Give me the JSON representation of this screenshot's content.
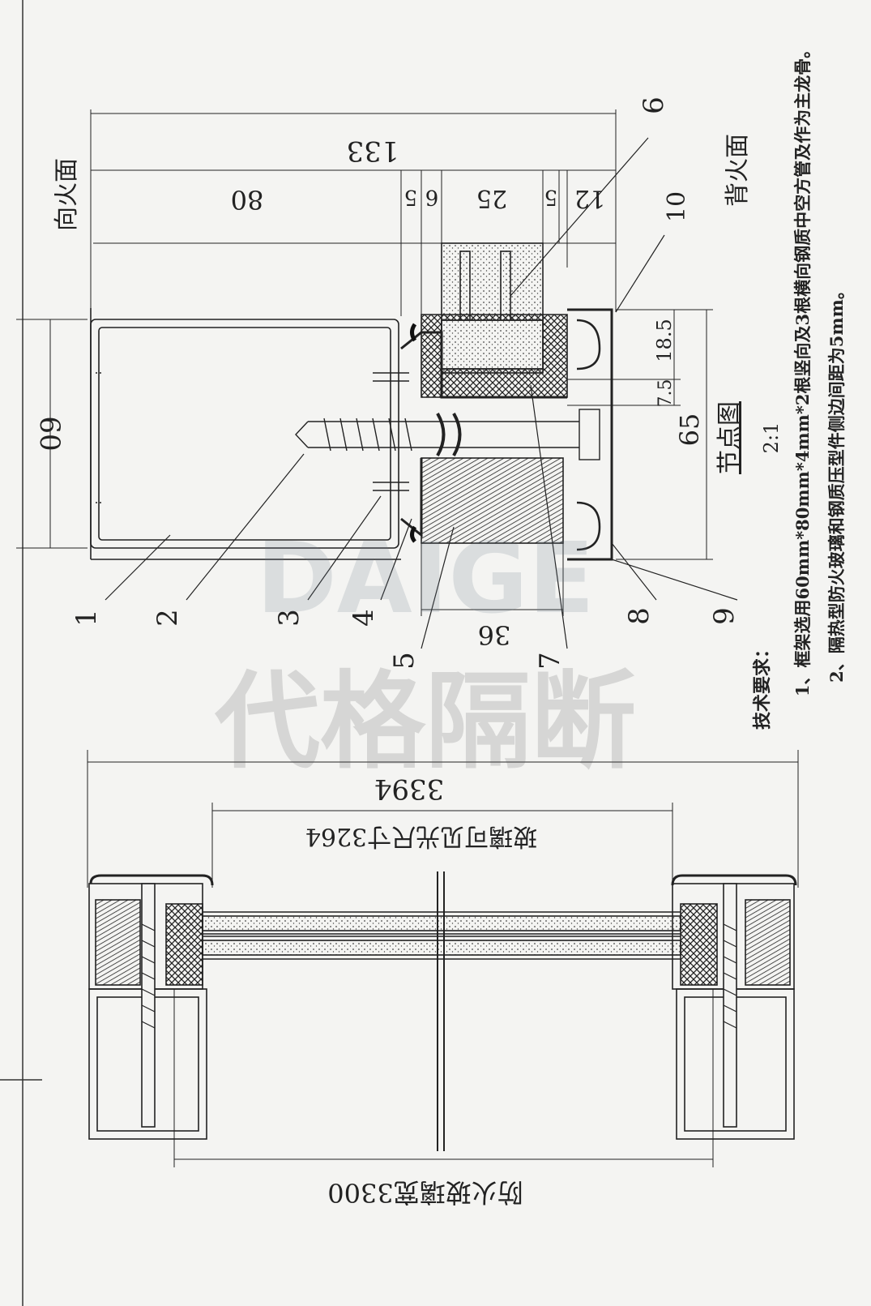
{
  "detail": {
    "dim_top": "60",
    "dim_overall": "133",
    "dim_80": "80",
    "dim_5": "5",
    "dim_6": "6",
    "dim_25": "25",
    "dim_12": "12",
    "dim_5b": "5",
    "dim_18_5": "18.5",
    "dim_7_5": "7.5",
    "dim_65": "65",
    "dim_36": "36",
    "fire_side": "向火面",
    "back_side": "背火面",
    "title": "节点图",
    "scale": "2:1",
    "callouts": [
      "1",
      "2",
      "3",
      "4",
      "5",
      "6",
      "7",
      "8",
      "9",
      "10"
    ]
  },
  "section": {
    "dim_overall": "3394",
    "dim_visible": "玻璃可见光尺寸3264",
    "dim_glass": "防火玻璃宽3300"
  },
  "notes": {
    "heading": "技术要求：",
    "item1": "1、框架选用60mm*80mm*4mm*2根竖向及3根横向钢质中空方管及作为主龙骨。",
    "item2": "2、隔热型防火玻璃和钢质压型件侧边间距为5mm。"
  },
  "watermark": {
    "latin": "DAIGE",
    "chinese": "代格隔断"
  }
}
